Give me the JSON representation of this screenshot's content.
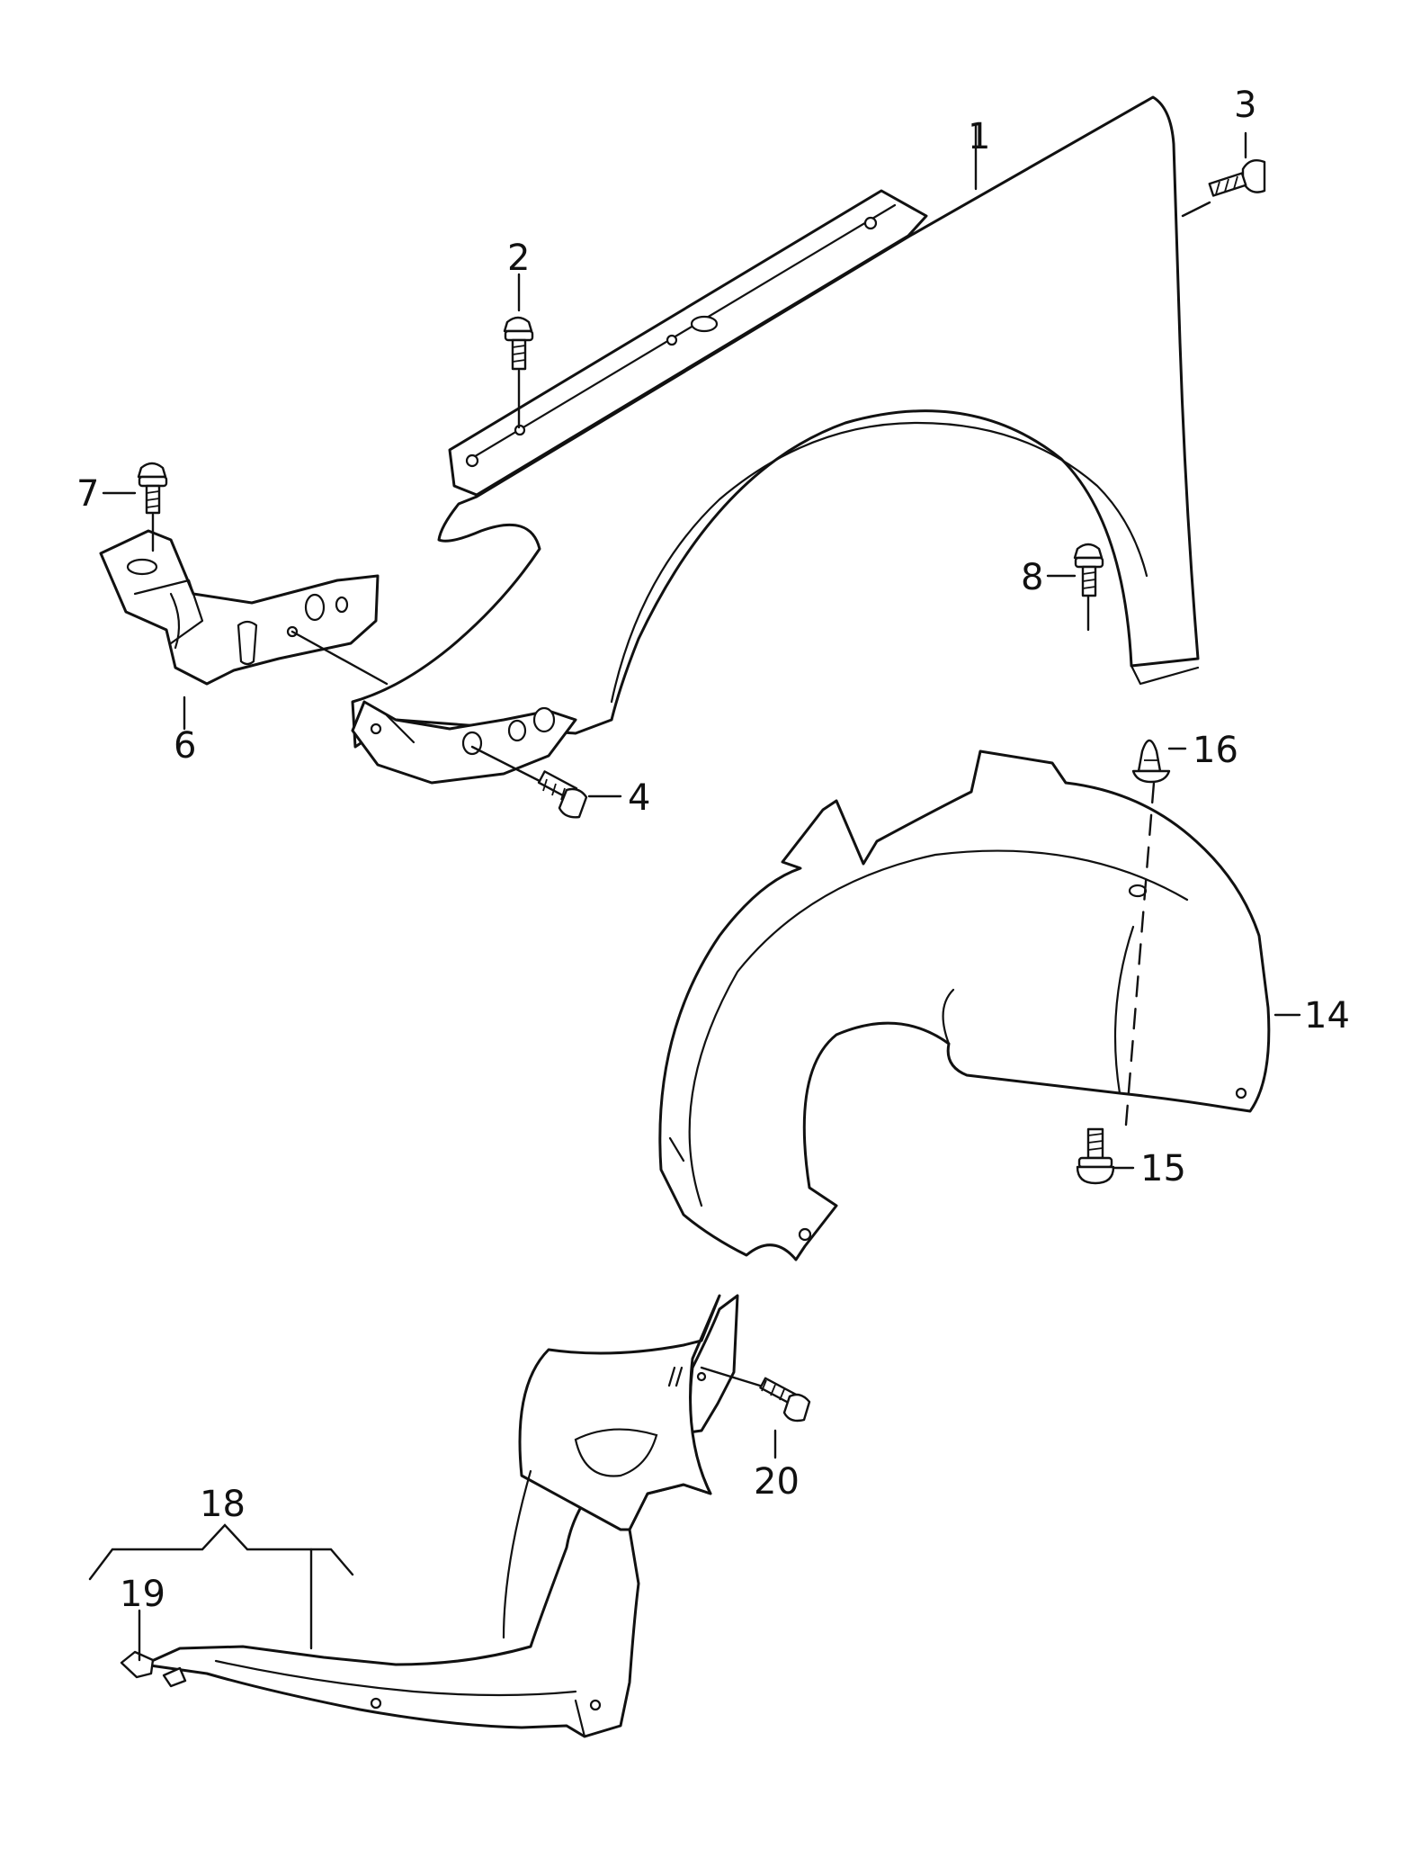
{
  "callouts": {
    "c1": "1",
    "c2": "2",
    "c3": "3",
    "c4": "4",
    "c6": "6",
    "c7": "7",
    "c8": "8",
    "c14": "14",
    "c15": "15",
    "c16": "16",
    "c18": "18",
    "c19": "19",
    "c20": "20"
  }
}
